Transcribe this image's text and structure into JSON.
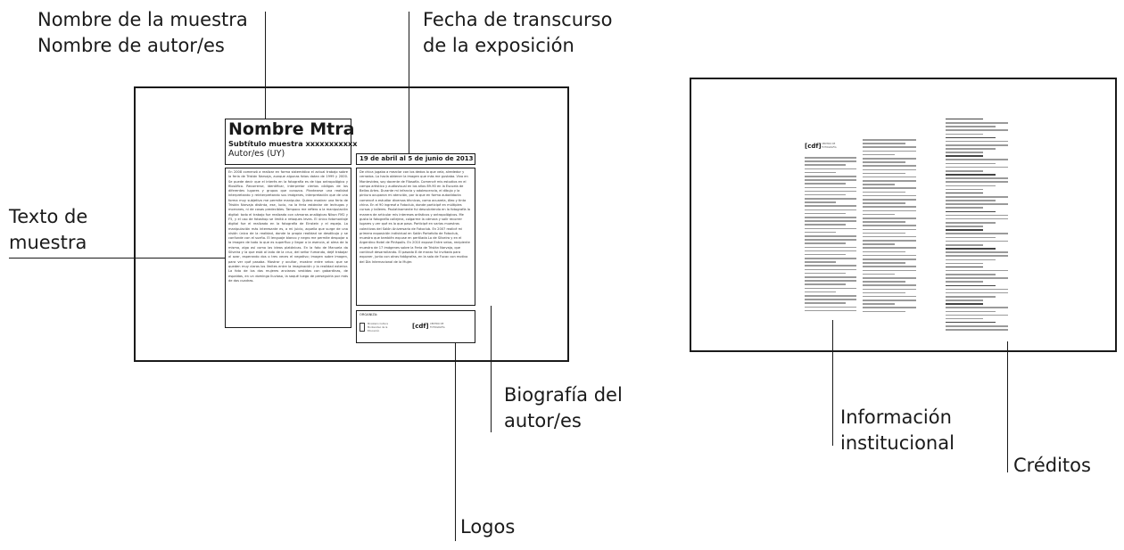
{
  "callouts": {
    "exhibition_name": "Nombre de la muestra",
    "author_name": "Nombre de autor/es",
    "date_line1": "Fecha de transcurso",
    "date_line2": "de la exposición",
    "sample_text_line1": "Texto de",
    "sample_text_line2": "muestra",
    "bio_line1": "Biografía del",
    "bio_line2": "autor/es",
    "logos": "Logos",
    "info_line1": "Información",
    "info_line2": "institucional",
    "credits": "Créditos"
  },
  "panel": {
    "title": "Nombre Mtra",
    "subtitle": "Subtítulo muestra xxxxxxxxxxx",
    "author": "Autor/es (UY)",
    "date": "19 de abril al 5 de junio de 2013",
    "sample_text": "En 2008 comenzó a realizar en forma sistemática el actual trabajo sobre la feria de Tristán Narvaja, aunque algunas fotos datan de 1999 y 2000. Se puede decir que el interés en la fotografía es de tipo antropológico y filosófico. Recorrerse, identificar, interpretar ciertos códigos de los diferentes lugares y grupos que conozco. Plantearse una realidad interpretando y reinterpretando sus imágenes, interpretación que de una forma muy subjetiva me permite manipular. Quiero mostrar una feria de Tristán Narvaja distinta, ese, lucio, no la feria estándar de lechugas y morrones, ni de cosas predecibles. Tampoco me refiero a la manipulación digital: todo el trabajo fue realizado con cámaras analógicas Nikon FM2 y F5, y el uso de fotoshop se limitó a retoques leves. El único fotomontaje digital fue el realizado en la fotografía de Einstein y el espejo. La manipulación más interesante es, a mi juicio, aquella que surge de una visión única de la realidad, donde la propia realidad se desdibuja y se confunde con el sueño. El lenguaje blanco y negro me permite despojar a la imagen de todo lo que es superfluo y llegar a la esencia, al alma de la misma, algo así como las ideas platónicas. En la foto de Manuela da Silveira y la que está al lado de la cruz, del señor fumando, dejé trabajar al azar, esperando dos o tres veces el negativo; imagen sobre imagen, para ver qué pasaba. Mostrar y ocultar, mostrar entre velos: que se queden muy claros los límites entre la imaginación y la realidad exterior. La foto de los dos mujeres ancianas vestidas con gabardinas, de espaldas, en un domingo lluvioso, la saqué luego de perseguirla por más de dos cuadras.",
    "bio_text": "De chica jugaba a mezclar con los dedos lo que veía, alrededor y cerrados. Lo hacía obtener la imagen que más me gustaba. Vivo en Montevideo, soy docente de Filosofía. Comencé mis estudios en el campo artístico y audiovisual en los años 89-90 en la Escuela de Bellas Artes. Durante mi infancia y adolescencia, el dibujo y la pintura ocuparon mi atención, por lo que en forma autodidacta comencé a estudiar diversas técnicas, como acuarela, óleo y tinta china. En el 90 ingresé a Fotoclub, donde participé en múltiples cursos y talleres. Paulatinamente fui descubriendo en la fotografía la manera de articular mis intereses artísticos y antropológicos. Me gusta la fotografía callejera, colgarme la cámara y salir recorrer lugares y ver qué es lo que pasa. Participé en varias muestras colectivas del Salón Aniversario de Fotoclub. En 2007 realicé mi primera exposición individual en Salón Portafolio de Fotoclub, muestra que también expuse en pertilada Lo de Silveira y en el Argentino Hotel de Piriápolis. En 2010 expuse Entre velos, recipiente muestra de 17 imágenes sobre la Feria de Tristán Narvaja, que continué desarrollando. El pasado 8 de marzo fui invitada para exponer, junto con otras fotógrafas, en la sala de Fucac con motivo del Día Internacional de la Mujer.",
    "organiza_label": "ORGANIZA:",
    "logo1_text": "Ministerio Cultura Montevideo de la Educación",
    "logo2_mark": "[cdf]",
    "logo2_text": "CENTRO DE FOTOGRAFÍA"
  },
  "back_panel": {
    "logo_mark": "[cdf]",
    "logo_text": "CENTRO DE FOTOGRAFÍA"
  },
  "colors": {
    "line": "#1a1a1a",
    "text_fill": "#9a9a9a"
  }
}
